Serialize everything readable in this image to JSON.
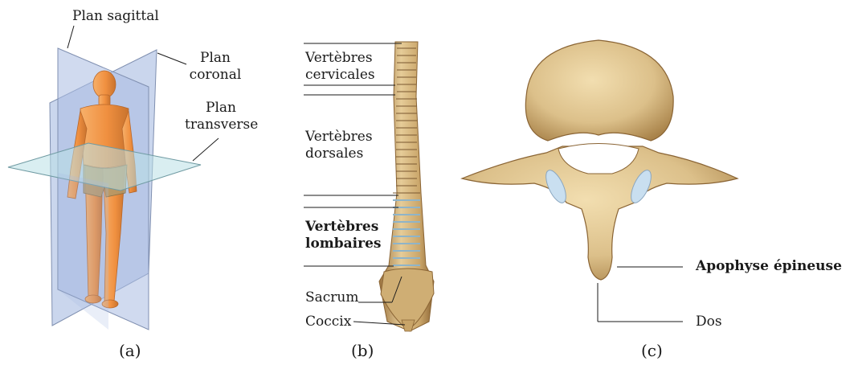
{
  "panels": [
    {
      "id": "a",
      "caption": "(a)",
      "labels": {
        "sagittal": "Plan sagittal",
        "coronal": "Plan\ncoronal",
        "transverse": "Plan\ntransverse"
      }
    },
    {
      "id": "b",
      "caption": "(b)",
      "labels": {
        "cervical": "Vertèbres\ncervicales",
        "dorsal": "Vertèbres\ndorsales",
        "lumbar": "Vertèbres\nlombaires",
        "sacrum": "Sacrum",
        "coccyx": "Coccix"
      },
      "highlighted": "lumbar"
    },
    {
      "id": "c",
      "caption": "(c)",
      "labels": {
        "spinous": "Apophyse épineuse",
        "back": "Dos"
      },
      "highlighted": "spinous"
    }
  ],
  "colors": {
    "bone": "#d9bf8a",
    "bone_dark": "#b08a4e",
    "skin": "#f0a060",
    "plane_blue": "#9fb4de",
    "plane_teal": "#b9e0e6"
  }
}
